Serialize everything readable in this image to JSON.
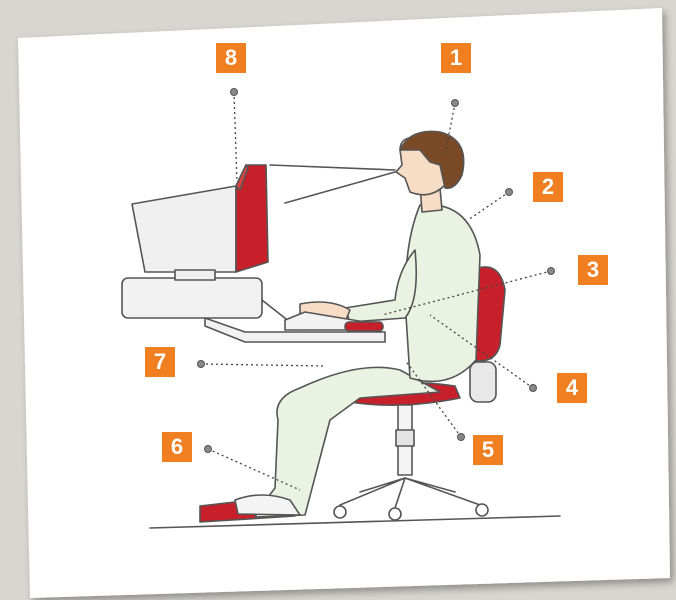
{
  "callouts": [
    {
      "number": "1",
      "target": "head-eye-level"
    },
    {
      "number": "2",
      "target": "upright-back"
    },
    {
      "number": "3",
      "target": "forearm-horizontal"
    },
    {
      "number": "4",
      "target": "lumbar-support"
    },
    {
      "number": "5",
      "target": "seat-height"
    },
    {
      "number": "6",
      "target": "footrest"
    },
    {
      "number": "7",
      "target": "thigh-horizontal"
    },
    {
      "number": "8",
      "target": "monitor-top"
    }
  ],
  "colors": {
    "badge": "#f07f21",
    "accent_red": "#c8202a",
    "outline": "#555555",
    "body_fill": "#eaf2e2",
    "monitor_fill": "#f0f0f0",
    "hair": "#7a4a26",
    "skin": "#f7dcc6"
  }
}
